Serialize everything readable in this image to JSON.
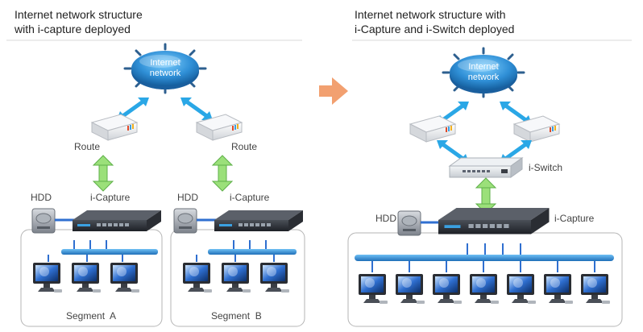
{
  "left": {
    "title_line1": "Internet network structure",
    "title_line2": "with i-capture deployed",
    "internet_line1": "Internet",
    "internet_line2": "network",
    "route_left": "Route",
    "route_right": "Route",
    "hdd_left": "HDD",
    "icapture_left": "i-Capture",
    "hdd_right": "HDD",
    "icapture_right": "i-Capture",
    "segment_a": "Segment  A",
    "segment_b": "Segment  B"
  },
  "right": {
    "title_line1": "Internet network structure with",
    "title_line2": "i-Capture and i-Switch deployed",
    "internet_line1": "Internet",
    "internet_line2": "network",
    "iswitch": "i-Switch",
    "hdd": "HDD",
    "icapture": "i-Capture"
  },
  "colors": {
    "internet_blue": "#2f8fd6",
    "arrow_blue": "#2aa7e6",
    "arrow_green": "#9be07a",
    "bus_blue": "#2f86cf",
    "divider_arrow": "#f2a070"
  }
}
